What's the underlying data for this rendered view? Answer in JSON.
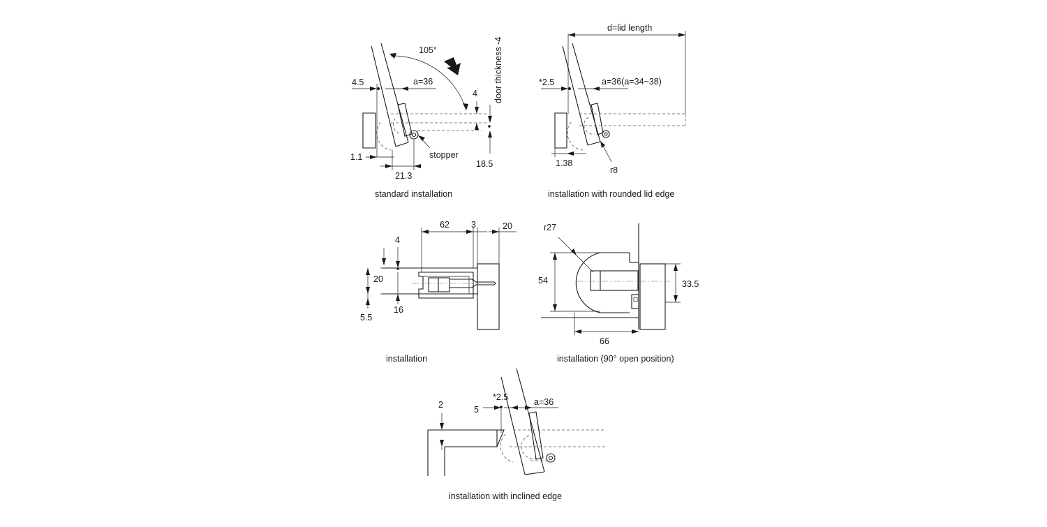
{
  "standard": {
    "angle": "105°",
    "dim_4_5": "4.5",
    "dim_a": "a=36",
    "dim_4": "4",
    "door_thickness": "door thickness -4",
    "dim_1_1": "1.1",
    "stopper": "stopper",
    "dim_21_3": "21.3",
    "dim_18_5": "18.5",
    "caption": "standard installation"
  },
  "rounded": {
    "lid_length": "d=lid length",
    "dim_2_5": "*2.5",
    "dim_a": "a=36(a=34~38)",
    "dim_1_38": "1.38",
    "r8": "r8",
    "caption": "installation with rounded lid edge"
  },
  "installation": {
    "dim_62": "62",
    "dim_3": "3",
    "dim_20_top": "20",
    "dim_4": "4",
    "dim_20_left": "20",
    "dim_5_5": "5.5",
    "dim_16": "16",
    "caption": "installation"
  },
  "open90": {
    "r27": "r27",
    "dim_54": "54",
    "dim_33_5": "33.5",
    "dim_66": "66",
    "caption": "installation (90° open position)"
  },
  "inclined": {
    "dim_2": "2",
    "dim_5": "5",
    "dim_2_5": "*2.5",
    "dim_a": "a=36",
    "caption": "installation with inclined edge"
  }
}
